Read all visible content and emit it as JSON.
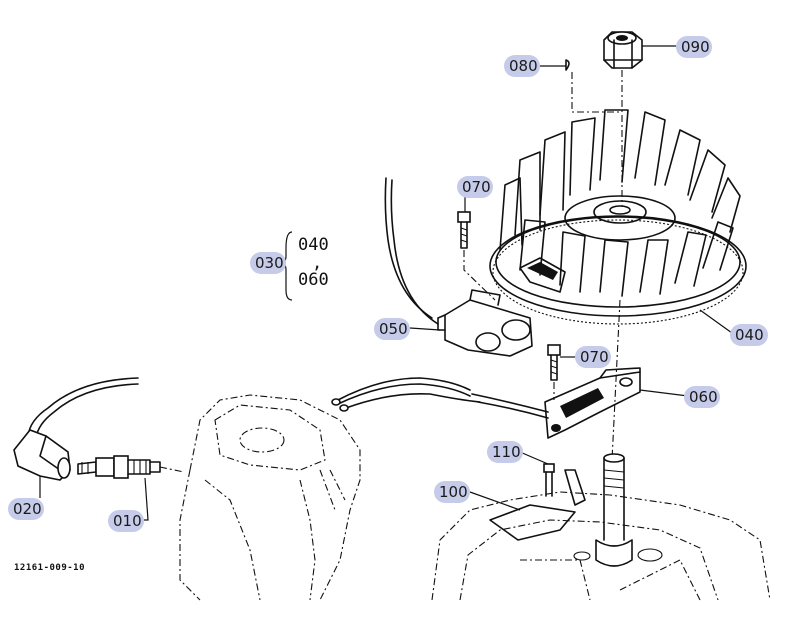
{
  "diagram": {
    "drawing_number": "12161-009-10",
    "callouts": [
      {
        "id": "080",
        "label": "080"
      },
      {
        "id": "090",
        "label": "090"
      },
      {
        "id": "070a",
        "label": "070"
      },
      {
        "id": "030",
        "label": "030"
      },
      {
        "id": "050",
        "label": "050"
      },
      {
        "id": "040",
        "label": "040"
      },
      {
        "id": "070b",
        "label": "070"
      },
      {
        "id": "060",
        "label": "060"
      },
      {
        "id": "110",
        "label": "110"
      },
      {
        "id": "100",
        "label": "100"
      },
      {
        "id": "020",
        "label": "020"
      },
      {
        "id": "010",
        "label": "010"
      }
    ],
    "group_030": {
      "line1": "040",
      "line2": ",",
      "line3": "060"
    },
    "colors": {
      "callout_fill": "#c5cbe9",
      "ink": "#111111"
    }
  }
}
